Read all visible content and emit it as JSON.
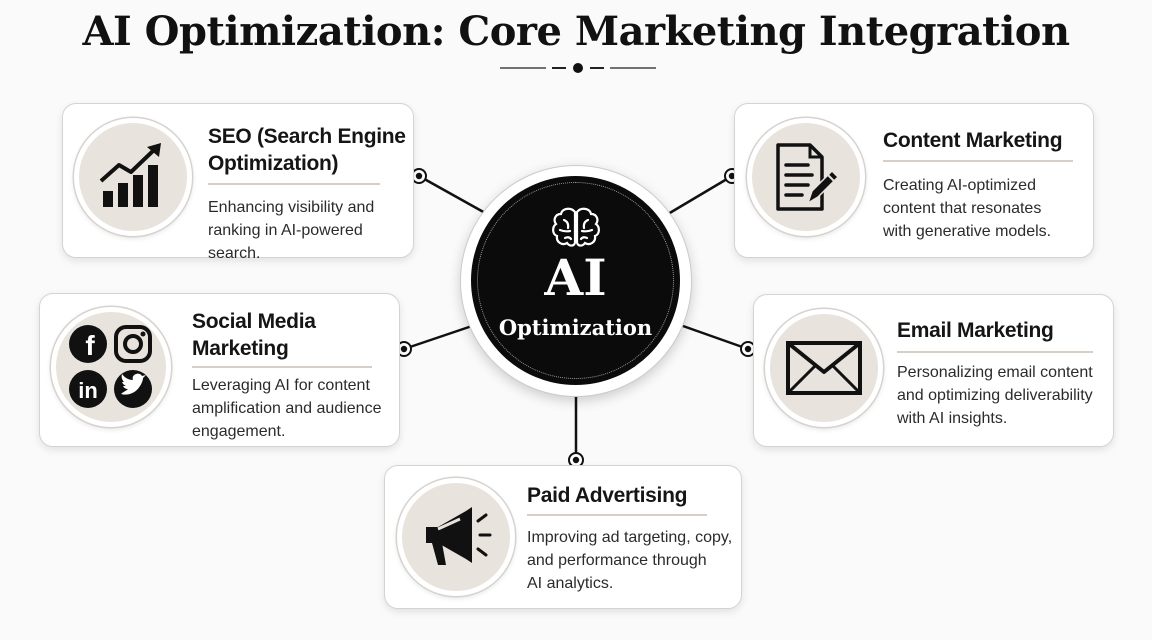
{
  "title": "AI Optimization: Core Marketing Integration",
  "hub": {
    "line1": "AI",
    "line2": "Optimization",
    "icon": "brain-icon"
  },
  "nodes": [
    {
      "id": "seo",
      "title_line1": "SEO (Search Engine",
      "title_line2": "Optimization)",
      "desc_line1": "Enhancing visibility and",
      "desc_line2": "ranking in AI-powered search.",
      "icon": "growth-chart-icon"
    },
    {
      "id": "content",
      "title_line1": "Content Marketing",
      "desc_line1": "Creating AI-optimized",
      "desc_line2": "content that resonates",
      "desc_line3": "with generative models.",
      "icon": "document-pen-icon"
    },
    {
      "id": "social",
      "title_line1": "Social Media",
      "title_line2": "Marketing",
      "desc_line1": "Leveraging AI for content",
      "desc_line2": "amplification and audience",
      "desc_line3": "engagement.",
      "icon": "social-icons",
      "social_glyphs": [
        "f",
        "in"
      ]
    },
    {
      "id": "email",
      "title_line1": "Email Marketing",
      "desc_line1": "Personalizing email content",
      "desc_line2": "and optimizing deliverability",
      "desc_line3": "with AI insights.",
      "icon": "envelope-icon"
    },
    {
      "id": "paid",
      "title_line1": "Paid Advertising",
      "desc_line1": "Improving ad targeting, copy,",
      "desc_line2": "and performance through",
      "desc_line3": "AI analytics.",
      "icon": "megaphone-icon"
    }
  ],
  "colors": {
    "hub": "#0b0b0b",
    "icon_bg": "#e8e3dd",
    "rule": "#d7cfc6",
    "border": "#d6d3cf"
  }
}
